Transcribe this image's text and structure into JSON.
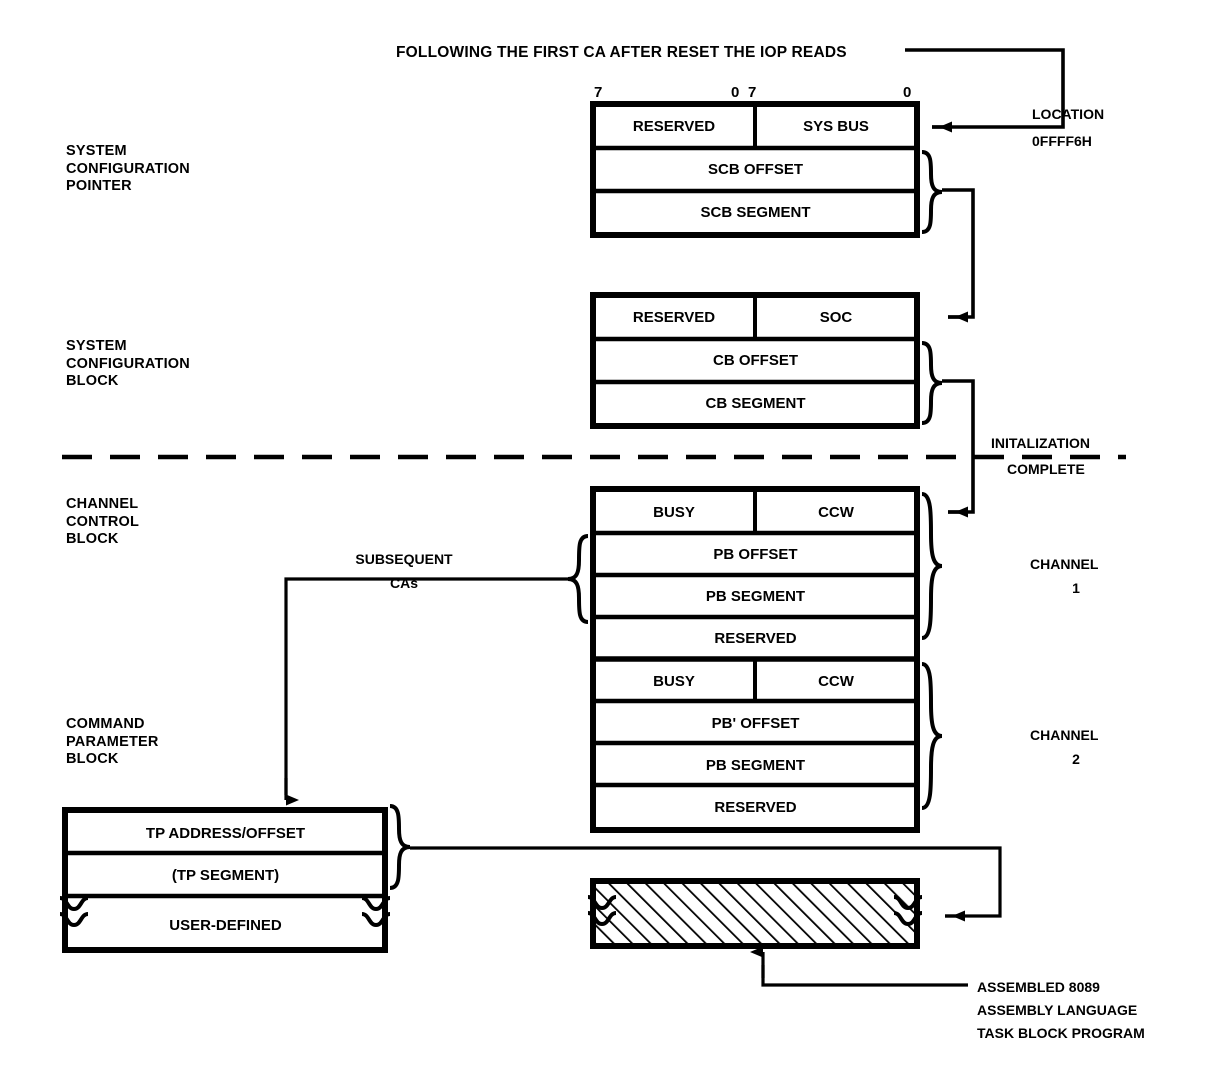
{
  "diagram": {
    "title_note": "FOLLOWING THE FIRST CA AFTER RESET THE IOP READS",
    "location_label": "LOCATION",
    "location_value": "0FFFF6H",
    "init_complete_line1": "INITALIZATION",
    "init_complete_line2": "COMPLETE",
    "subsequent_line1": "SUBSEQUENT",
    "subsequent_line2": "CAs",
    "channel1_line1": "CHANNEL",
    "channel1_line2": "1",
    "channel2_line1": "CHANNEL",
    "channel2_line2": "2",
    "task_note_line1": "ASSEMBLED 8089",
    "task_note_line2": "ASSEMBLY LANGUAGE",
    "task_note_line3": "TASK BLOCK PROGRAM",
    "bit_labels": {
      "left_high": "7",
      "left_low": "0",
      "right_high": "7",
      "right_low": "0"
    },
    "colors": {
      "ink": "#000000",
      "paper": "#ffffff",
      "hatch": "#000000"
    }
  },
  "blocks": {
    "scp": {
      "label": "SYSTEM\nCONFIGURATION\nPOINTER",
      "rows": [
        {
          "type": "split",
          "left": "RESERVED",
          "right": "SYS BUS"
        },
        {
          "type": "full",
          "text": "SCB OFFSET"
        },
        {
          "type": "full",
          "text": "SCB SEGMENT"
        }
      ]
    },
    "scb": {
      "label": "SYSTEM\nCONFIGURATION\nBLOCK",
      "rows": [
        {
          "type": "split",
          "left": "RESERVED",
          "right": "SOC"
        },
        {
          "type": "full",
          "text": "CB OFFSET"
        },
        {
          "type": "full",
          "text": "CB SEGMENT"
        }
      ]
    },
    "ccb": {
      "label": "CHANNEL\nCONTROL\nBLOCK",
      "rows": [
        {
          "type": "split",
          "left": "BUSY",
          "right": "CCW"
        },
        {
          "type": "full",
          "text": "PB OFFSET"
        },
        {
          "type": "full",
          "text": "PB SEGMENT"
        },
        {
          "type": "full",
          "text": "RESERVED"
        },
        {
          "type": "split",
          "left": "BUSY",
          "right": "CCW"
        },
        {
          "type": "full",
          "text": "PB' OFFSET"
        },
        {
          "type": "full",
          "text": "PB SEGMENT"
        },
        {
          "type": "full",
          "text": "RESERVED"
        }
      ]
    },
    "cpb": {
      "label": "COMMAND\nPARAMETER\nBLOCK",
      "rows": [
        {
          "type": "full",
          "text": "TP ADDRESS/OFFSET"
        },
        {
          "type": "full",
          "text": "(TP SEGMENT)"
        },
        {
          "type": "full",
          "text": "USER-DEFINED"
        }
      ]
    },
    "task": {
      "label": "",
      "hatched": true
    }
  }
}
